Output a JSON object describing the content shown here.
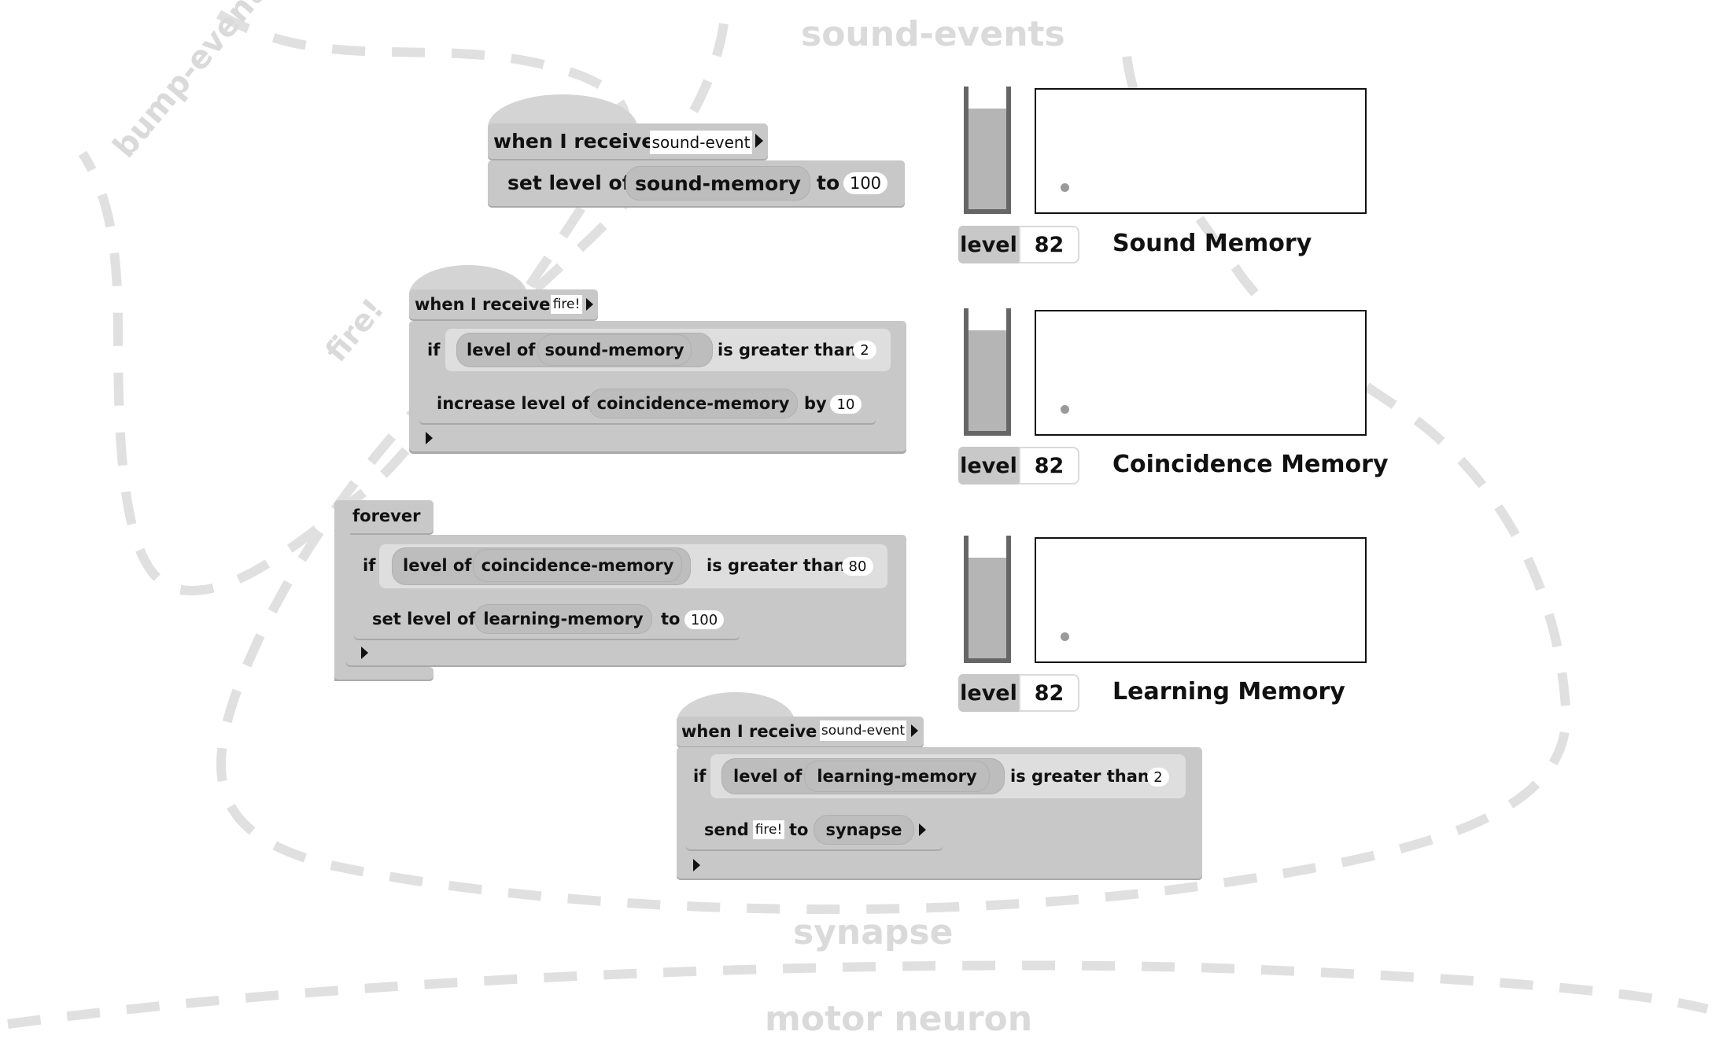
{
  "regions": {
    "sound_events": "sound-events",
    "bump_events": "bump-events",
    "fire": "fire!",
    "synapse": "synapse",
    "motor_neuron": "motor neuron"
  },
  "script1": {
    "hat": "when I receive",
    "message": "sound-event",
    "set_prefix": "set level of",
    "target": "sound-memory",
    "to": "to",
    "value": "100"
  },
  "script2": {
    "hat": "when I receive",
    "message": "fire!",
    "if": "if",
    "level_of": "level of",
    "source": "sound-memory",
    "compare": "is greater than",
    "threshold": "2",
    "increase": "increase level of",
    "target": "coincidence-memory",
    "by": "by",
    "amount": "10"
  },
  "script3": {
    "hat": "forever",
    "if": "if",
    "level_of": "level of",
    "source": "coincidence-memory",
    "compare": "is greater than",
    "threshold": "80",
    "set_prefix": "set level of",
    "target": "learning-memory",
    "to": "to",
    "value": "100"
  },
  "script4": {
    "hat": "when I receive",
    "message": "sound-event",
    "if": "if",
    "level_of": "level of",
    "source": "learning-memory",
    "compare": "is greater than",
    "threshold": "2",
    "send": "send",
    "send_message": "fire!",
    "to": "to",
    "target": "synapse"
  },
  "memories": [
    {
      "title": "Sound Memory",
      "level_label": "level",
      "level_value": "82",
      "fill_fraction": 0.82
    },
    {
      "title": "Coincidence Memory",
      "level_label": "level",
      "level_value": "82",
      "fill_fraction": 0.82
    },
    {
      "title": "Learning Memory",
      "level_label": "level",
      "level_value": "82",
      "fill_fraction": 0.82
    }
  ]
}
